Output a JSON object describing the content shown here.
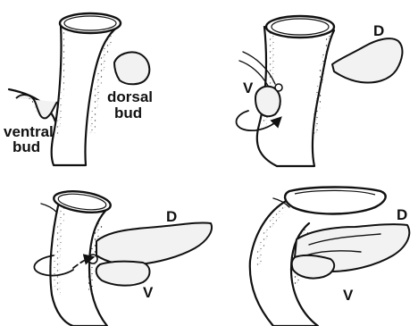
{
  "labels": {
    "ventral": "ventral",
    "ventral2": "bud",
    "dorsal": "dorsal",
    "dorsal2": "bud",
    "panelB_dorsal": "D",
    "panelB_ventral": "V",
    "panelC_dorsal": "D",
    "panelC_ventral": "V",
    "panelD_dorsal": "D",
    "panelD_ventral": "V"
  }
}
